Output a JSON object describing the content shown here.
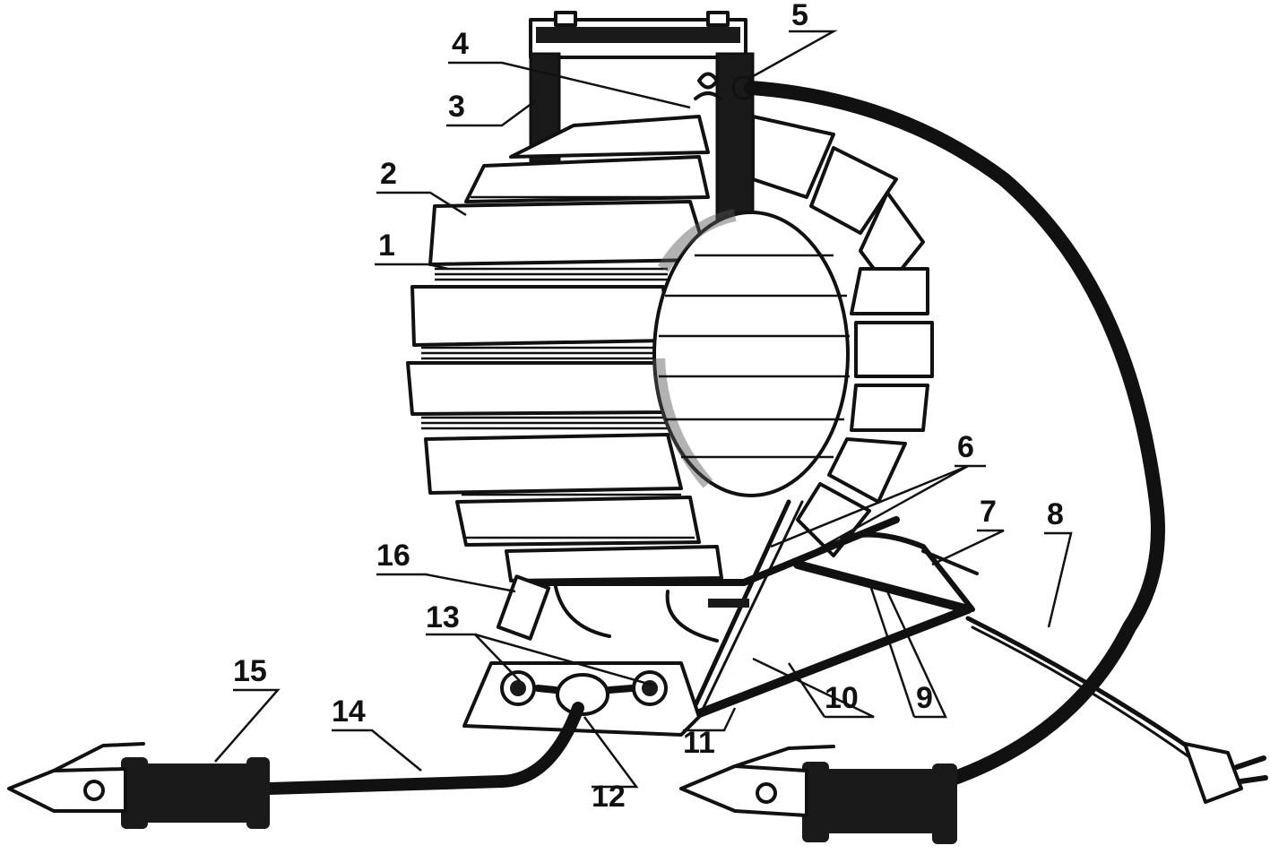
{
  "diagram": {
    "callouts": [
      {
        "id": "1",
        "label": "1"
      },
      {
        "id": "2",
        "label": "2"
      },
      {
        "id": "3",
        "label": "3"
      },
      {
        "id": "4",
        "label": "4"
      },
      {
        "id": "5",
        "label": "5"
      },
      {
        "id": "6",
        "label": "6"
      },
      {
        "id": "7",
        "label": "7"
      },
      {
        "id": "8",
        "label": "8"
      },
      {
        "id": "9",
        "label": "9"
      },
      {
        "id": "10",
        "label": "10"
      },
      {
        "id": "11",
        "label": "11"
      },
      {
        "id": "12",
        "label": "12"
      },
      {
        "id": "13",
        "label": "13"
      },
      {
        "id": "14",
        "label": "14"
      },
      {
        "id": "15",
        "label": "15"
      },
      {
        "id": "16",
        "label": "16"
      }
    ],
    "colors": {
      "ink": "#111111",
      "paper": "#ffffff",
      "shade": "#1a1a1a"
    }
  }
}
